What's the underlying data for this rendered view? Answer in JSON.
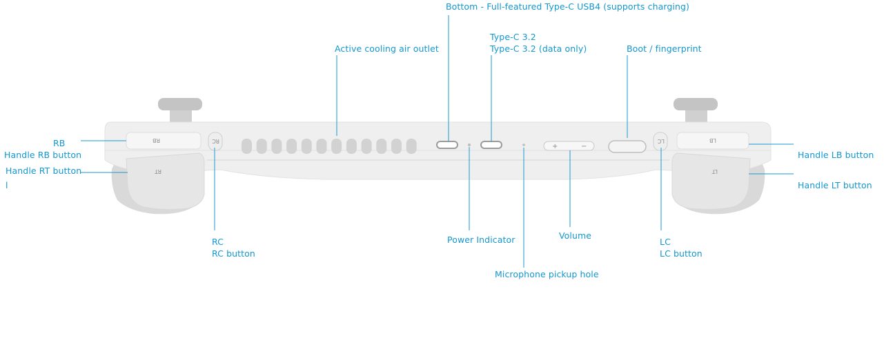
{
  "labels": {
    "bottom_usb4": "Bottom - Full-featured Type-C USB4 (supports charging)",
    "type_c_1": "Type-C 3.2",
    "type_c_2": "Type-C 3.2 (data only)",
    "cooling": "Active cooling air outlet",
    "boot": "Boot / fingerprint",
    "rb": "RB",
    "handle_rb": "Handle RB button",
    "handle_rt": "Handle RT button",
    "handle_rt_tail": "l",
    "handle_lb": "Handle LB button",
    "handle_lt": "Handle LT button",
    "rc": "RC",
    "rc_button": "RC button",
    "power_indicator": "Power Indicator",
    "volume": "Volume",
    "lc": "LC",
    "lc_button": "LC button",
    "microphone": "Microphone pickup hole"
  },
  "engravings": {
    "rb": "RB",
    "rt": "RT",
    "rc": "RC",
    "lb": "LB",
    "lt": "LT",
    "lc": "LC",
    "vol_plus": "+",
    "vol_minus": "−"
  },
  "colors": {
    "label_blue": "#1297cf",
    "body_light": "#efefef",
    "body_mid": "#e3e3e3",
    "trigger_dark": "#c9c9c9",
    "vent_gray": "#d2d2d2"
  }
}
